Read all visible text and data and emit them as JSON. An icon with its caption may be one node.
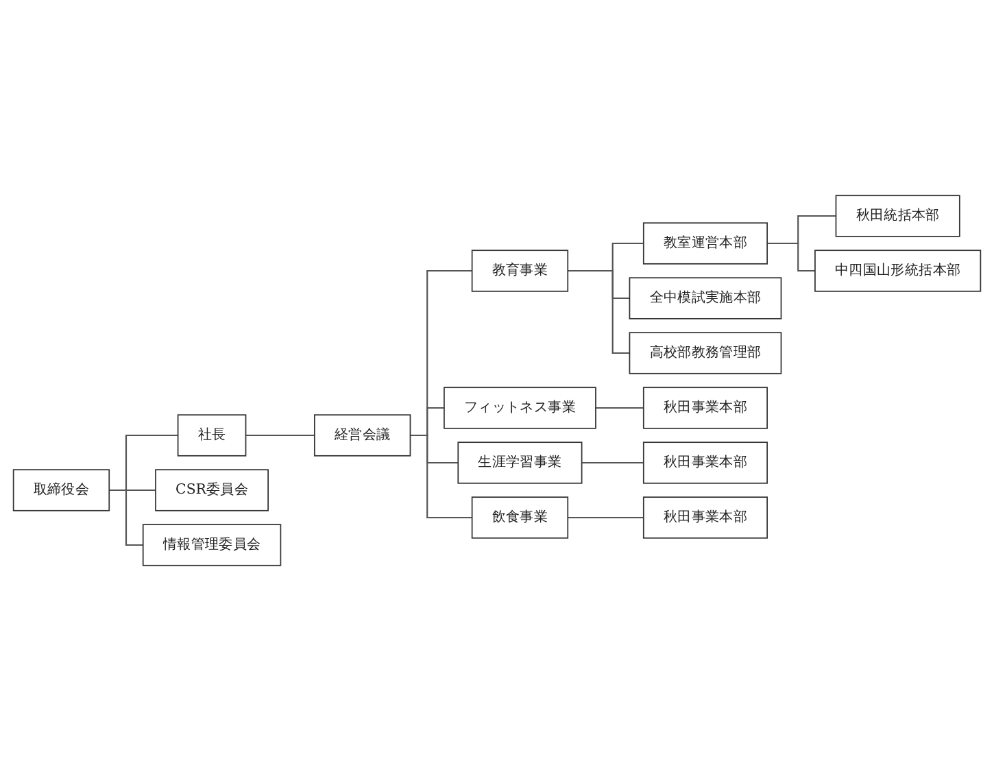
{
  "diagram": {
    "nodes": [
      {
        "text": [
          "取締役会"
        ]
      },
      {
        "text": [
          "社長"
        ]
      },
      {
        "text": [
          "経営会議"
        ]
      },
      {
        "text": [
          "CSR委員会"
        ]
      },
      {
        "text": [
          "情報管理委員会"
        ]
      },
      {
        "text": [
          "教育事業"
        ]
      },
      {
        "text": [
          "教室運営本部"
        ]
      },
      {
        "text": [
          "秋田統括本部"
        ]
      },
      {
        "text": [
          "中四国山形統括本部"
        ]
      },
      {
        "text": [
          "全中模試実施本部"
        ]
      },
      {
        "text": [
          "高校部教務管理部"
        ]
      },
      {
        "text": [
          "フィットネス事業"
        ]
      },
      {
        "text": [
          "秋田事業本部"
        ]
      },
      {
        "text": [
          "生涯学習事業"
        ]
      },
      {
        "text": [
          "秋田事業本部"
        ]
      },
      {
        "text": [
          "飲食事業"
        ]
      },
      {
        "text": [
          "秋田事業本部"
        ]
      }
    ],
    "edges": [
      {
        "from": 0,
        "to": 1,
        "arrow": "none"
      },
      {
        "from": 1,
        "to": 2,
        "arrow": "none"
      },
      {
        "from": 0,
        "to": 3,
        "arrow": "none"
      },
      {
        "from": 0,
        "to": 4,
        "arrow": "none"
      },
      {
        "from": 2,
        "to": 5,
        "arrow": "none"
      },
      {
        "from": 2,
        "to": 11,
        "arrow": "none"
      },
      {
        "from": 2,
        "to": 13,
        "arrow": "none"
      },
      {
        "from": 2,
        "to": 15,
        "arrow": "none"
      },
      {
        "from": 5,
        "to": 6,
        "arrow": "none"
      },
      {
        "from": 5,
        "to": 9,
        "arrow": "none"
      },
      {
        "from": 5,
        "to": 10,
        "arrow": "none"
      },
      {
        "from": 6,
        "to": 7,
        "arrow": "none"
      },
      {
        "from": 6,
        "to": 8,
        "arrow": "none"
      },
      {
        "from": 11,
        "to": 12,
        "arrow": "none"
      },
      {
        "from": 13,
        "to": 14,
        "arrow": "none"
      },
      {
        "from": 15,
        "to": 16,
        "arrow": "none"
      }
    ]
  }
}
